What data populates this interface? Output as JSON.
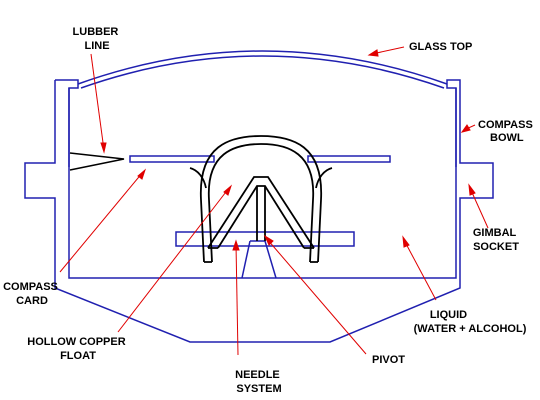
{
  "labels": {
    "lubber_line": [
      "LUBBER",
      "LINE"
    ],
    "glass_top": [
      "GLASS TOP"
    ],
    "compass_bowl": [
      "COMPASS",
      "BOWL"
    ],
    "gimbal_socket": [
      "GIMBAL",
      "SOCKET"
    ],
    "compass_card": [
      "COMPASS",
      "CARD"
    ],
    "hollow_copper_float": [
      "HOLLOW COPPER",
      "FLOAT"
    ],
    "liquid": [
      "LIQUID",
      "(WATER + ALCOHOL)"
    ],
    "needle_system": [
      "NEEDLE",
      "SYSTEM"
    ],
    "pivot": [
      "PIVOT"
    ]
  },
  "colors": {
    "bowl_outline": "#2020b0",
    "float_outline": "#000000",
    "pointer": "#e00000",
    "text": "#000000"
  }
}
